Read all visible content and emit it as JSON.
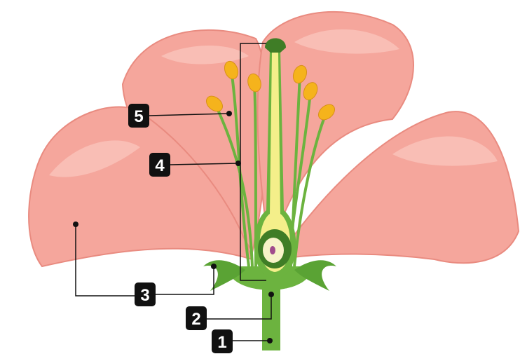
{
  "diagram": {
    "subject": "flower",
    "labels": [
      {
        "number": "1"
      },
      {
        "number": "2"
      },
      {
        "number": "3"
      },
      {
        "number": "4"
      },
      {
        "number": "5"
      }
    ],
    "colors": {
      "petal": "#f5a69c",
      "petal_light": "#fbc9c0",
      "petal_edge": "#e98b80",
      "green": "#6cb33f",
      "dark_green": "#3f7d26",
      "pistil": "#f4ef8a",
      "anther": "#f5b31c",
      "label_bg": "#111111"
    }
  }
}
